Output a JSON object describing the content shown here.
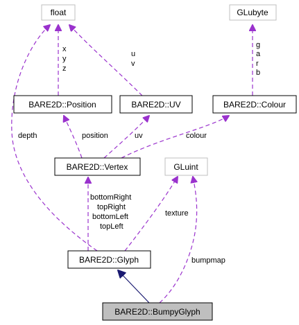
{
  "nodes": {
    "float": "float",
    "glubyte": "GLubyte",
    "position": "BARE2D::Position",
    "uv": "BARE2D::UV",
    "colour": "BARE2D::Colour",
    "vertex": "BARE2D::Vertex",
    "gluint": "GLuint",
    "glyph": "BARE2D::Glyph",
    "bumpy_glyph": "BARE2D::BumpyGlyph"
  },
  "edges": {
    "float_to_position": [
      "x",
      "y",
      "z"
    ],
    "float_to_uv": [
      "u",
      "v"
    ],
    "glubyte_to_colour": [
      "g",
      "a",
      "r",
      "b"
    ],
    "float_to_glyph": "depth",
    "position_to_vertex": "position",
    "uv_to_vertex": "uv",
    "colour_to_vertex": "colour",
    "vertex_to_glyph": [
      "bottomRight",
      "topRight",
      "bottomLeft",
      "topLeft"
    ],
    "gluint_to_glyph": "texture",
    "gluint_to_bumpy": "bumpmap"
  },
  "colors": {
    "member_edge": "#9a32cd",
    "inheritance_edge": "#191970",
    "focus_fill": "#bfbfbf",
    "external_border": "#bfbfbf"
  }
}
